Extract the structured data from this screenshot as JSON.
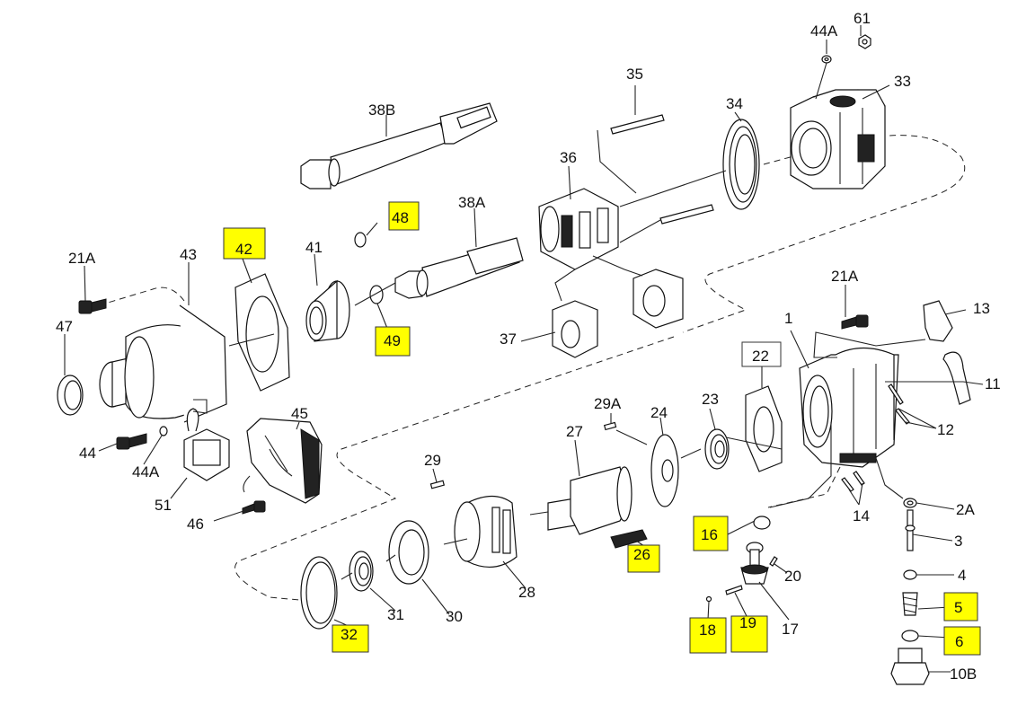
{
  "diagram": {
    "labels": {
      "p61": "61",
      "p44A_top": "44A",
      "p33": "33",
      "p35": "35",
      "p34": "34",
      "p38B": "38B",
      "p36": "36",
      "p38A": "38A",
      "p48": "48",
      "p42": "42",
      "p43": "43",
      "p41": "41",
      "p21A_left": "21A",
      "p47": "47",
      "p49": "49",
      "p37": "37",
      "p21A_right": "21A",
      "p13": "13",
      "p1": "1",
      "p22": "22",
      "p11": "11",
      "p29A": "29A",
      "p24": "24",
      "p23": "23",
      "p12": "12",
      "p45": "45",
      "p44": "44",
      "p44A_mid": "44A",
      "p27": "27",
      "p29": "29",
      "p51": "51",
      "p46": "46",
      "p2A": "2A",
      "p14": "14",
      "p3": "3",
      "p16": "16",
      "p26": "26",
      "p20": "20",
      "p4": "4",
      "p28": "28",
      "p5": "5",
      "p32": "32",
      "p31": "31",
      "p30": "30",
      "p18": "18",
      "p19": "19",
      "p17": "17",
      "p6": "6",
      "p10B": "10B"
    },
    "highlight_color": "#ffff00"
  }
}
